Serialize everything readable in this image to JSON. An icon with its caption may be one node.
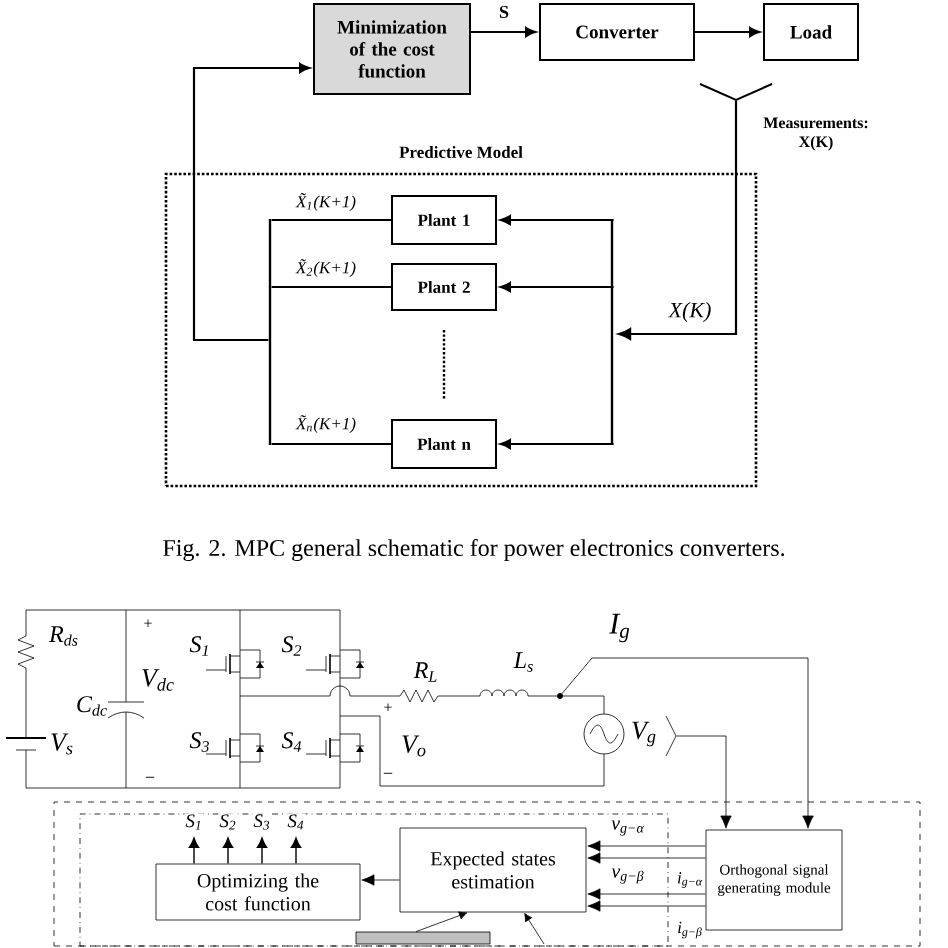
{
  "diagram": {
    "caption": "Fig. 2. MPC general schematic for power electronics converters.",
    "nodes": [
      {
        "text": [
          "Minimization of the cost function"
        ]
      },
      {
        "text": [
          "Converter"
        ]
      },
      {
        "text": [
          "Load"
        ]
      },
      {
        "text": [
          "Predictive Model"
        ]
      },
      {
        "text": [
          "Plant 1"
        ],
        "in": 3
      },
      {
        "text": [
          "Plant 2"
        ],
        "in": 3
      },
      {
        "text": [
          "Plant n"
        ],
        "in": 3
      },
      {
        "text": [],
        "shape": "antenna",
        "beside": [
          "Measurements: X(K)"
        ]
      },
      {
        "text": [],
        "shape": "box"
      },
      {
        "text": [],
        "shape": "box",
        "in": 8
      },
      {
        "text": [
          "Optimizing the cost function"
        ],
        "in": 9
      },
      {
        "text": [
          "Expected states estimation"
        ],
        "in": 9
      },
      {
        "text": [
          "Orthogonal signal generating module"
        ],
        "in": 8
      },
      {
        "text": [],
        "shape": "box",
        "in": 9
      },
      {
        "text": [],
        "shape": "circuit"
      },
      {
        "text": [],
        "shape": "bar",
        "in": 3
      },
      {
        "text": [],
        "shape": "bar",
        "in": 3
      }
    ],
    "edges": [
      {
        "from": 0,
        "to": 1,
        "arrow": "to",
        "label": "S"
      },
      {
        "from": 1,
        "to": 2,
        "arrow": "to"
      },
      {
        "from": 7,
        "to": 16,
        "arrow": "to",
        "label": "X(K)"
      },
      {
        "from": 16,
        "to": 4,
        "arrow": "to"
      },
      {
        "from": 16,
        "to": 5,
        "arrow": "to"
      },
      {
        "from": 16,
        "to": 6,
        "arrow": "to"
      },
      {
        "from": 4,
        "to": 15,
        "arrow": "none",
        "label": "X̃$_{1}$(K+1)"
      },
      {
        "from": 5,
        "to": 15,
        "arrow": "none",
        "label": "X̃$_{2}$(K+1)"
      },
      {
        "from": 6,
        "to": 15,
        "arrow": "none",
        "label": "X̃$_{n}$(K+1)"
      },
      {
        "from": 15,
        "to": 0,
        "arrow": "to"
      },
      {
        "from": 11,
        "to": 10,
        "arrow": "to"
      },
      {
        "from": 12,
        "to": 11,
        "arrow": "to",
        "label": "v$_{g−α}$"
      },
      {
        "from": 12,
        "to": 11,
        "arrow": "to",
        "label": "v$_{g−β}$"
      },
      {
        "from": 12,
        "to": 11,
        "arrow": "to",
        "label": "i$_{g−α}$"
      },
      {
        "from": 12,
        "to": 11,
        "arrow": "to",
        "label": "i$_{g−β}$"
      },
      {
        "from": 10,
        "to": null,
        "arrow": "to",
        "label": "S$_{1}$"
      },
      {
        "from": 10,
        "to": null,
        "arrow": "to",
        "label": "S$_{2}$"
      },
      {
        "from": 10,
        "to": null,
        "arrow": "to",
        "label": "S$_{3}$"
      },
      {
        "from": 10,
        "to": null,
        "arrow": "to",
        "label": "S$_{4}$"
      },
      {
        "from": 14,
        "to": 12,
        "arrow": "to"
      },
      {
        "from": 14,
        "to": 12,
        "arrow": "to"
      },
      {
        "from": 13,
        "to": 11,
        "arrow": "to"
      },
      {
        "from": null,
        "to": 11,
        "arrow": "to"
      }
    ],
    "labels": [
      "I$_{g}$",
      "+",
      "R$_{ds}$",
      "S$_{1}$",
      "S$_{2}$",
      "L$_{s}$",
      "R$_{L}$",
      "V$_{dc}$",
      "C$_{dc}$",
      "+",
      "V$_{g}$",
      "S$_{3}$",
      "S$_{4}$",
      "V$_{s}$",
      "V$_{o}$",
      "−",
      "−"
    ]
  }
}
